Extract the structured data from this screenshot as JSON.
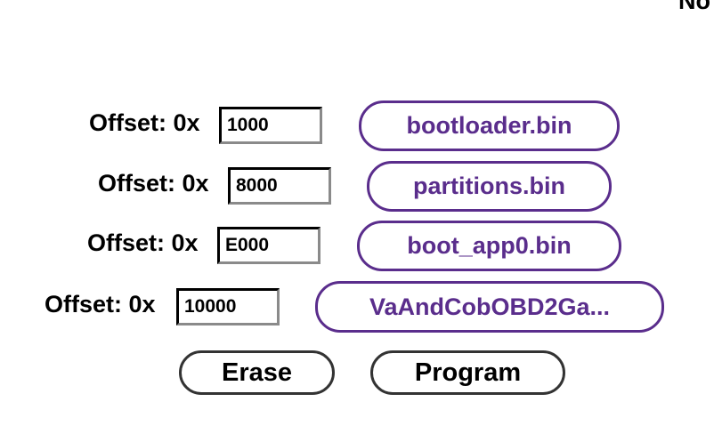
{
  "status": {
    "corner_text": "No"
  },
  "rows": [
    {
      "offset_label": "Offset: 0x",
      "offset_value": "1000",
      "file_label": "bootloader.bin"
    },
    {
      "offset_label": "Offset: 0x",
      "offset_value": "8000",
      "file_label": "partitions.bin"
    },
    {
      "offset_label": "Offset: 0x",
      "offset_value": "E000",
      "file_label": "boot_app0.bin"
    },
    {
      "offset_label": "Offset: 0x",
      "offset_value": "10000",
      "file_label": "VaAndCobOBD2Ga..."
    }
  ],
  "actions": {
    "erase_label": "Erase",
    "program_label": "Program"
  },
  "colors": {
    "file_button_accent": "#5a2d8c",
    "action_button_border": "#333333"
  }
}
